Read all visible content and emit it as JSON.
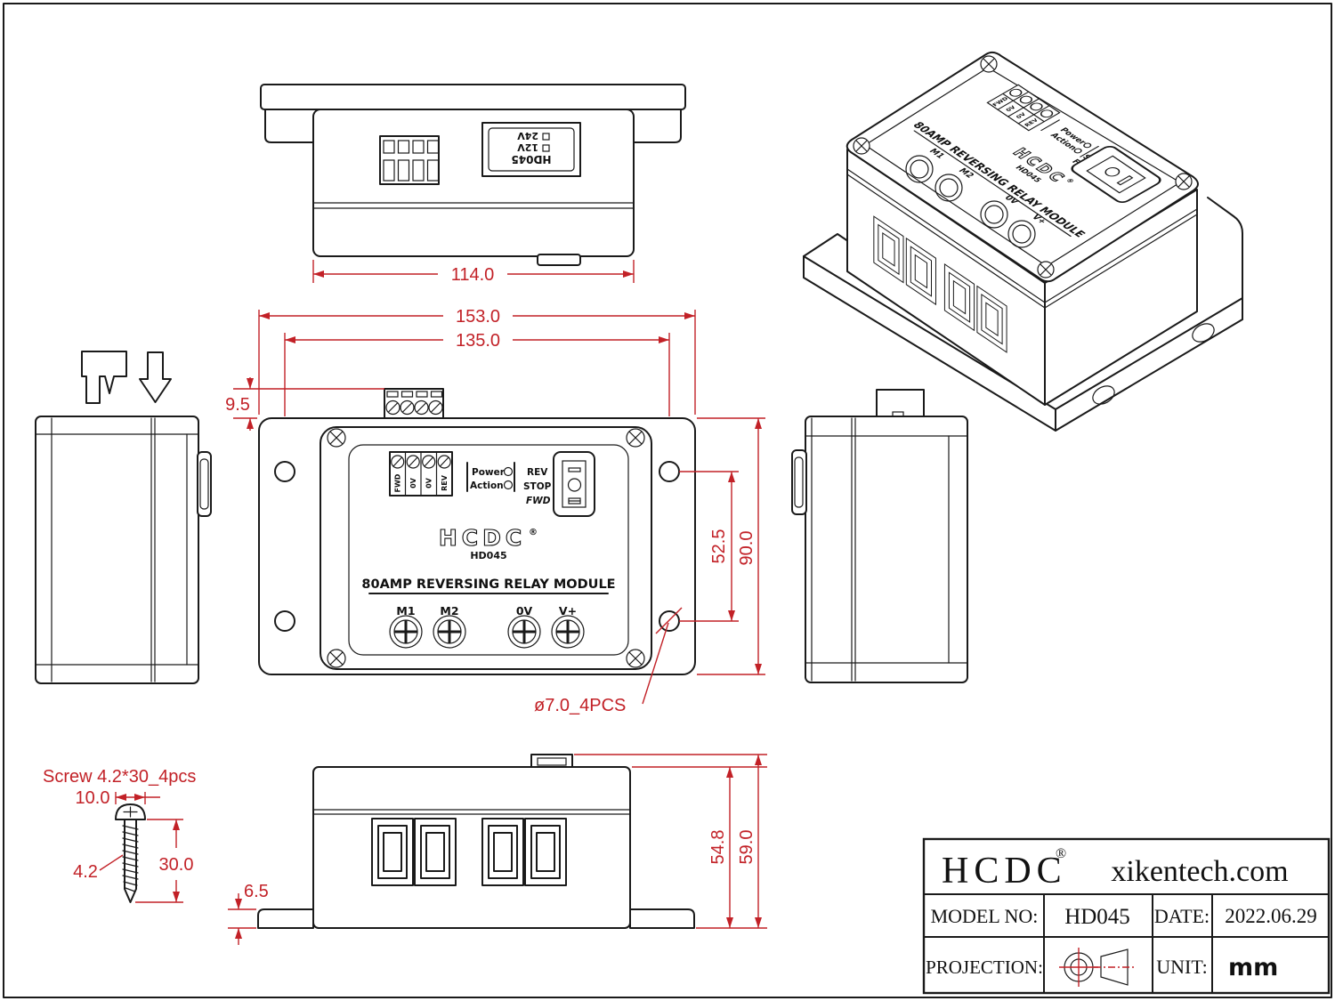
{
  "colors": {
    "line": "#1a1a1a",
    "dimension": "#c22127",
    "background": "#ffffff"
  },
  "product": {
    "brand": "HCDC",
    "reg_mark": "®",
    "model": "HD045",
    "title": "80AMP REVERSING RELAY MODULE",
    "power_terminals": [
      "M1",
      "M2",
      "0V",
      "V+"
    ],
    "signal_terminals": [
      "FWD",
      "0V",
      "0V",
      "REV"
    ],
    "led_labels": [
      "Power",
      "Action"
    ],
    "led_symbol": "○",
    "switch_labels": [
      "REV",
      "STOP",
      "FWD"
    ],
    "voltage_options": [
      "12V",
      "24V"
    ]
  },
  "dimensions": {
    "top_width": "114.0",
    "overall_width": "153.0",
    "mount_hole_span_x": "135.0",
    "connector_height": "9.5",
    "mount_hole_span_y": "52.5",
    "overall_height": "90.0",
    "mount_hole_note": "ø7.0_4PCS",
    "body_depth": "54.8",
    "overall_depth": "59.0",
    "flange_thickness": "6.5"
  },
  "screw_detail": {
    "label": "Screw 4.2*30_4pcs",
    "head_diameter": "10.0",
    "thread_diameter": "4.2",
    "length": "30.0"
  },
  "title_block": {
    "brand": "HCDC",
    "reg_mark": "®",
    "website": "xikentech.com",
    "model_label": "MODEL NO:",
    "model_value": "HD045",
    "date_label": "DATE:",
    "date_value": "2022.06.29",
    "projection_label": "PROJECTION:",
    "unit_label": "UNIT:",
    "unit_value": "mm"
  }
}
